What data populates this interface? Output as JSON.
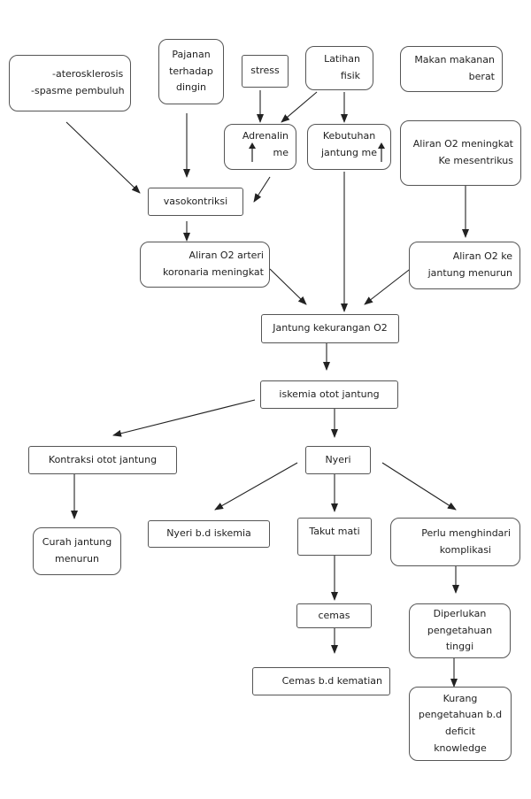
{
  "nodes": {
    "aterosklerosis": [
      "-aterosklerosis",
      "-spasme pembuluh"
    ],
    "pajanan": [
      "Pajanan",
      "terhadap",
      "dingin"
    ],
    "stress": [
      "stress"
    ],
    "latihan": [
      "Latihan",
      "fisik"
    ],
    "makan": [
      "Makan  makanan",
      "berat"
    ],
    "adrenalin": [
      "Adrenalin",
      "me"
    ],
    "kebutuhan": [
      "Kebutuhan",
      "jantung me"
    ],
    "aliran_meningkat_ke": [
      "Aliran O2 meningkat",
      "Ke mesentrikus"
    ],
    "vasokontriksi": [
      "vasokontriksi"
    ],
    "aliran_arteri": [
      "Aliran O2 arteri",
      "koronaria meningkat"
    ],
    "aliran_menurun": [
      "Aliran O2 ke",
      "jantung menurun"
    ],
    "jantung_kurang": [
      "Jantung kekurangan O2"
    ],
    "iskemia": [
      "iskemia otot jantung"
    ],
    "kontraksi": [
      "Kontraksi otot jantung"
    ],
    "nyeri": [
      "Nyeri"
    ],
    "curah": [
      "Curah jantung",
      "menurun"
    ],
    "nyeri_bd": [
      "Nyeri b.d iskemia"
    ],
    "takut": [
      "Takut mati"
    ],
    "perlu": [
      "Perlu menghindari",
      "komplikasi"
    ],
    "cemas": [
      "cemas"
    ],
    "diperlukan": [
      "Diperlukan",
      "pengetahuan",
      "tinggi"
    ],
    "cemas_bd": [
      "Cemas  b.d kematian"
    ],
    "kurang": [
      "Kurang",
      "pengetahuan b.d",
      "deficit",
      "knowledge"
    ]
  },
  "edge_color": "#222222",
  "node_border_color": "#555555"
}
